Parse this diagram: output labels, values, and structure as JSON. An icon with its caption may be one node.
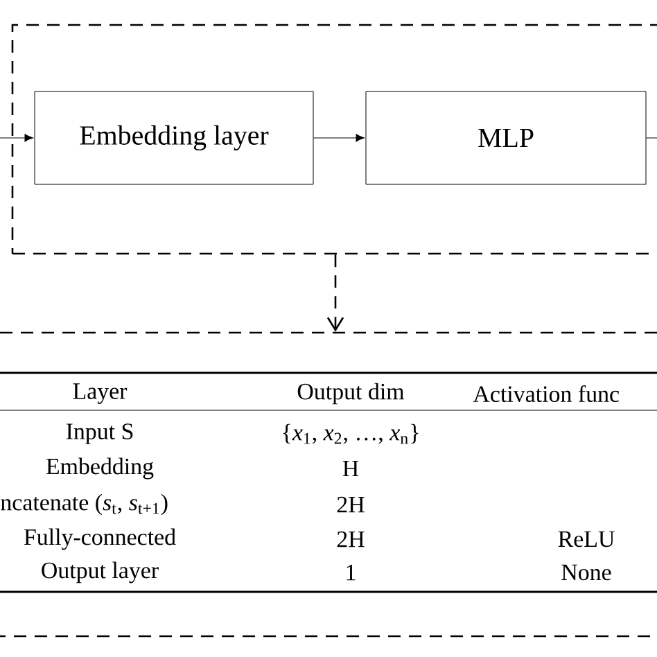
{
  "diagram": {
    "nodes": [
      {
        "text": [],
        "shape": "box"
      },
      {
        "text": [
          "Embedding layer"
        ],
        "in": 0
      },
      {
        "text": [
          "MLP"
        ],
        "in": 0
      },
      {
        "text": [],
        "shape": "box"
      }
    ],
    "edges": [
      {
        "from": null,
        "to": 1,
        "arrow": "to"
      },
      {
        "from": 1,
        "to": 2,
        "arrow": "to"
      },
      {
        "from": 2,
        "to": null,
        "arrow": "none"
      },
      {
        "from": 0,
        "to": 3,
        "arrow": "to",
        "style": "dashed"
      }
    ],
    "labels": [
      "Layer",
      "Output dim",
      "Activation func",
      "Input S",
      "{*x*$_{1}$, *x*$_{2}$, …, *x*$_{n}$}",
      "Embedding",
      "H",
      "ncatenate (*s*$_{t}$, *s*$_{t+1}$)",
      "2H",
      "Fully-connected",
      "2H",
      "ReLU",
      "Output layer",
      "1",
      "None"
    ]
  }
}
